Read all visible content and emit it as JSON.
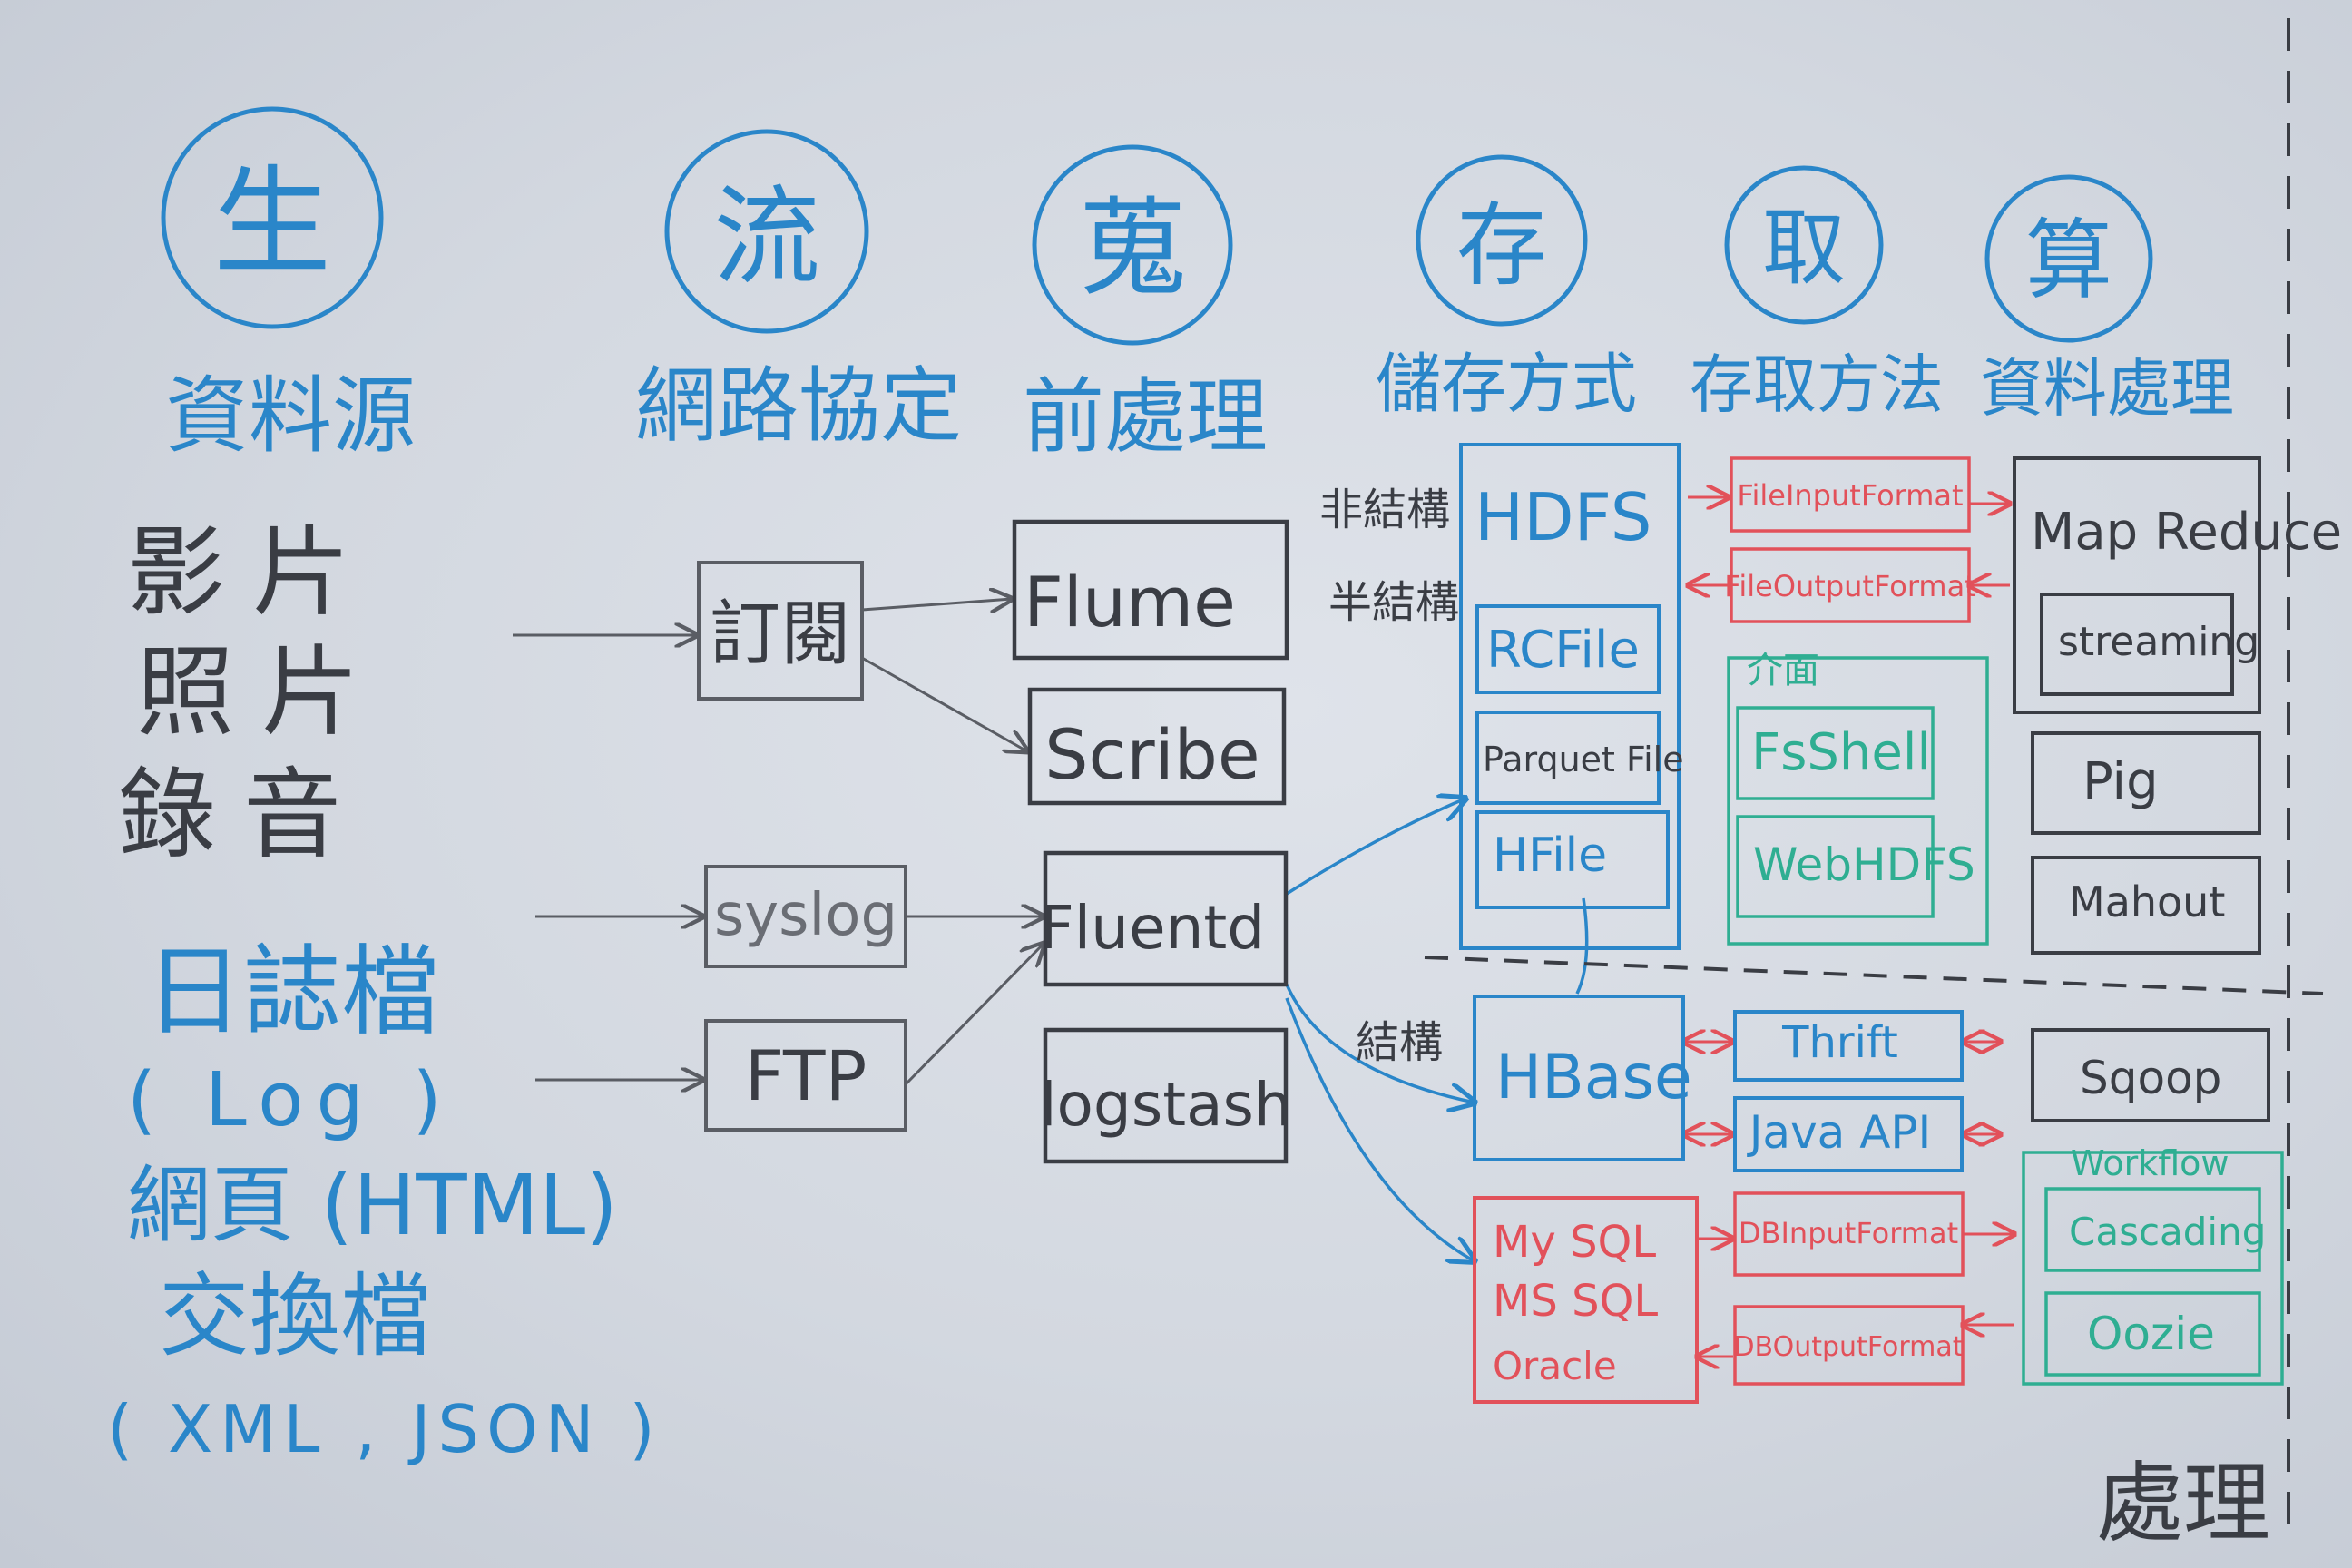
{
  "stages": [
    {
      "char": "生",
      "label": "資料源"
    },
    {
      "char": "流",
      "label": "網路協定"
    },
    {
      "char": "蒐",
      "label": "前處理"
    },
    {
      "char": "存",
      "label": "儲存方式"
    },
    {
      "char": "取",
      "label": "存取方法"
    },
    {
      "char": "算",
      "label": "資料處理"
    }
  ],
  "sources": {
    "media": [
      "影片",
      "照片",
      "錄音"
    ],
    "log": "日誌檔",
    "log_sub": "( Log )",
    "web": "網頁 (HTML)",
    "exchange": "交換檔",
    "exchange_sub": "( XML , JSON )"
  },
  "protocols": {
    "subscribe": "訂閱",
    "syslog": "syslog",
    "ftp": "FTP"
  },
  "collectors": {
    "flume": "Flume",
    "scribe": "Scribe",
    "fluentd": "Fluentd",
    "logstash": "logstash"
  },
  "storage": {
    "unstructured": "非結構",
    "semistructured": "半結構",
    "structured": "結構",
    "hdfs": "HDFS",
    "rcfile": "RCFile",
    "parquet": "Parquet File",
    "hfile": "HFile",
    "hbase": "HBase",
    "rdbms": [
      "My SQL",
      "MS SQL",
      "Oracle"
    ]
  },
  "access": {
    "fileinput": "FileInputFormat",
    "fileoutput": "FileOutputFormat",
    "interface": "介面",
    "fsshell": "FsShell",
    "webhdfs": "WebHDFS",
    "thrift": "Thrift",
    "javaapi": "Java API",
    "dbinput": "DBInputFormat",
    "dboutput": "DBOutputFormat"
  },
  "processing": {
    "mapreduce": "Map Reduce",
    "streaming": "streaming",
    "pig": "Pig",
    "mahout": "Mahout",
    "sqoop": "Sqoop",
    "workflow": "Workflow",
    "cascading": "Cascading",
    "oozie": "Oozie",
    "footer": "處理"
  },
  "colors": {
    "blue": "#2a86c9",
    "black": "#3a3d44",
    "red": "#e2515a",
    "green": "#2fae92"
  }
}
